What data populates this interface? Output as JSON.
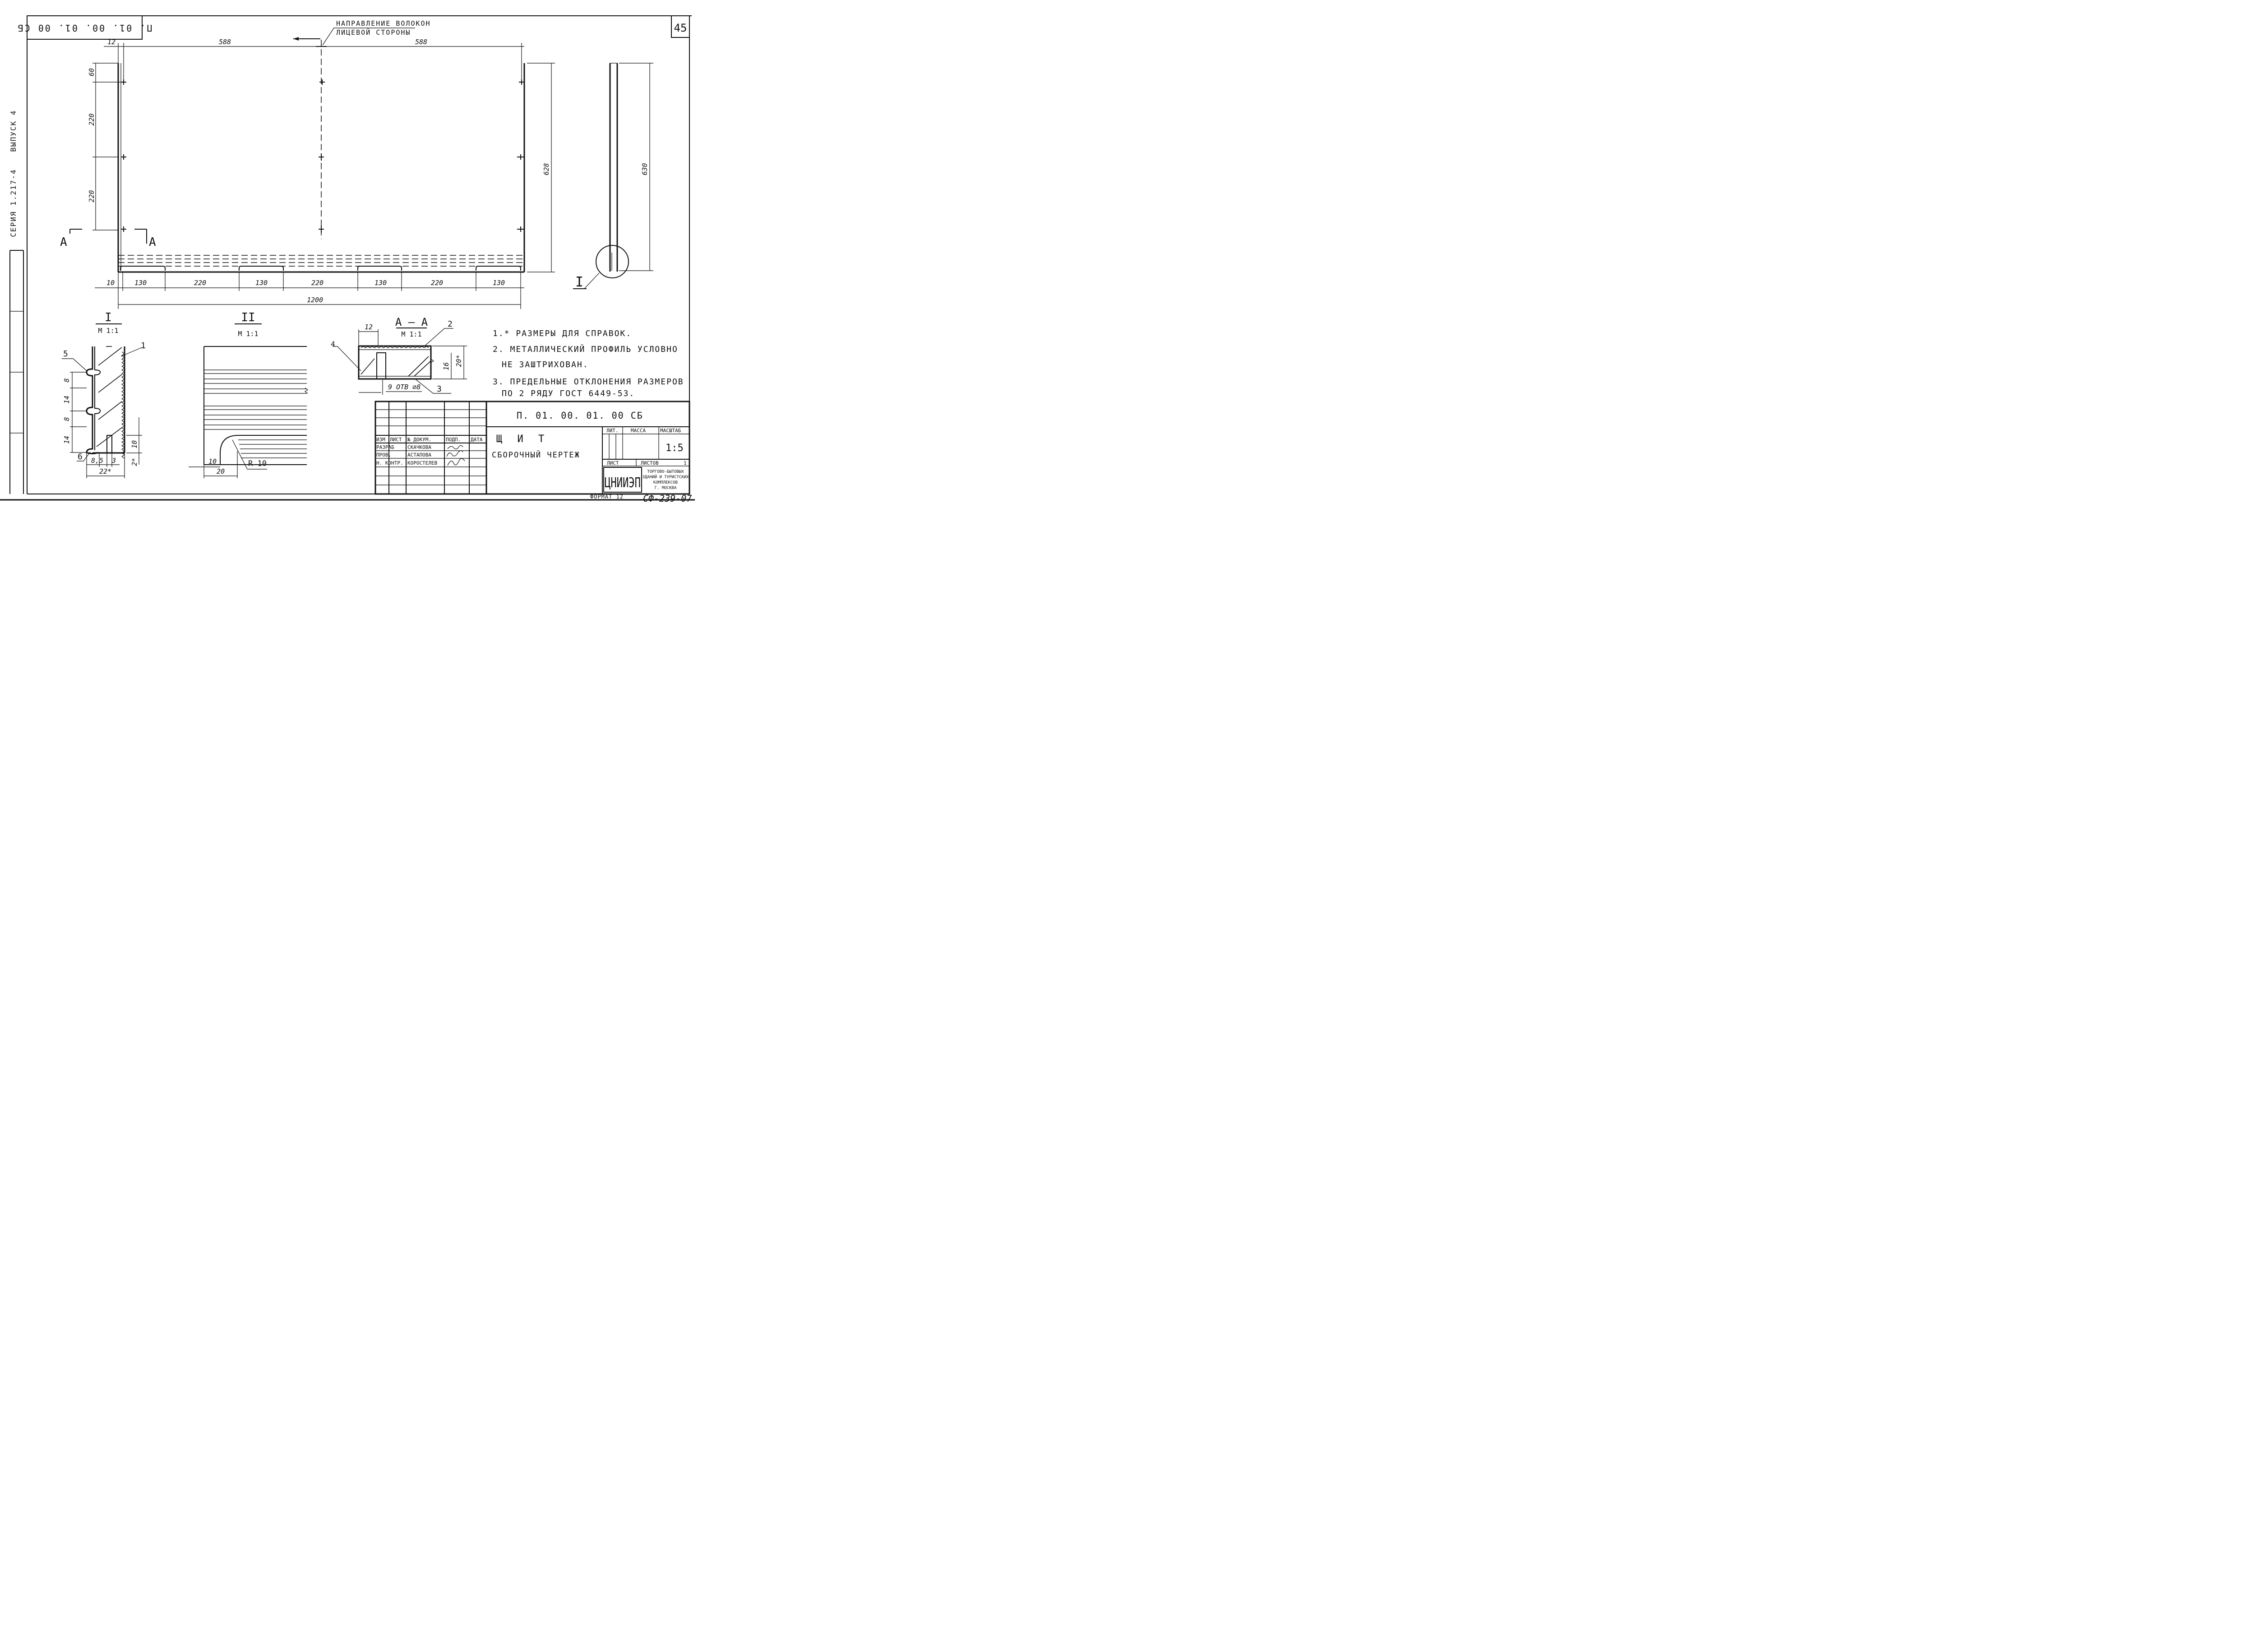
{
  "frame": {
    "code_stamp": "П. 01. 00. 01. 00 СБ",
    "sheet_number": "45",
    "side_series": "СЕРИЯ 1.217-4",
    "side_issue": "ВЫПУСК 4"
  },
  "fiber_note": {
    "line1": "НАПРАВЛЕНИЕ ВОЛОКОН",
    "line2": "ЛИЦЕВОЙ СТОРОНЫ"
  },
  "main_view": {
    "dim_top_offset": "12",
    "dim_top_left": "588",
    "dim_top_right": "588",
    "dim_left_60": "60",
    "dim_left_220_a": "220",
    "dim_left_220_b": "220",
    "dim_height_inner": "628",
    "dim_height_outer": "630",
    "section_marker_left": "А",
    "section_marker_right": "А",
    "bottom_dims": [
      "10",
      "130",
      "220",
      "130",
      "220",
      "130",
      "220",
      "130"
    ],
    "overall_width": "1200",
    "callout_I": "I"
  },
  "detail_I": {
    "title": "I",
    "scale": "М 1:1",
    "leader_1": "1",
    "leader_5": "5",
    "leader_6": "6",
    "dims_left": [
      "8",
      "14",
      "8",
      "14"
    ],
    "dim_10": "10",
    "dim_2": "2*",
    "dim_85": "8,5",
    "dim_3": "3",
    "dim_22": "22*"
  },
  "detail_II": {
    "title": "II",
    "scale": "М 1:1",
    "dim_10": "10",
    "dim_20": "20",
    "radius": "R 10"
  },
  "section_AA": {
    "title": "А – А",
    "scale": "М 1:1",
    "dim_12": "12",
    "leader_2": "2",
    "leader_4": "4",
    "leader_3": "3",
    "dim_16": "16",
    "dim_20": "20*",
    "holes": "9 ОТВ ⌀8"
  },
  "notes": [
    "1.* РАЗМЕРЫ ДЛЯ СПРАВОК.",
    "2. МЕТАЛЛИЧЕСКИЙ ПРОФИЛЬ УСЛОВНО",
    "НЕ ЗАШТРИХОВАН.",
    "3. ПРЕДЕЛЬНЫЕ ОТКЛОНЕНИЯ РАЗМЕРОВ",
    "ПО 2 РЯДУ ГОСТ 6449-53."
  ],
  "title_block": {
    "designation": "П. 01. 00. 01. 00 СБ",
    "name_line1": "Щ И Т",
    "name_line2": "СБОРОЧНЫЙ ЧЕРТЕЖ",
    "col_izm": "ИЗМ",
    "col_list": "ЛИСТ",
    "col_doc": "№ ДОКУМ.",
    "col_sign": "ПОДП.",
    "col_date": "ДАТА",
    "row_razrab": "РАЗРАБ",
    "row_prov": "ПРОВ.",
    "row_nkontr": "Н. КОНТР.",
    "name_razrab": "СКАЧКОВА",
    "name_prov": "АСТАПОВА",
    "name_nkontr": "КОРОСТЕЛЕВ",
    "lit": "ЛИТ.",
    "massa": "МАССА",
    "masshtab": "МАСШТАБ",
    "scale_value": "1:5",
    "list": "ЛИСТ",
    "listov": "ЛИСТОВ",
    "listov_value": "1",
    "org_logo": "ЦНИИЭП",
    "org_line1": "ТОРГОВО-БЫТОВЫХ",
    "org_line2": "ЗДАНИЙ И ТУРИСТСКИХ",
    "org_line3": "КОМПЛЕКСОВ",
    "org_line4": "Г. МОСКВА",
    "format": "ФОРМАТ 12",
    "stamp_code": "СФ-239-07"
  }
}
